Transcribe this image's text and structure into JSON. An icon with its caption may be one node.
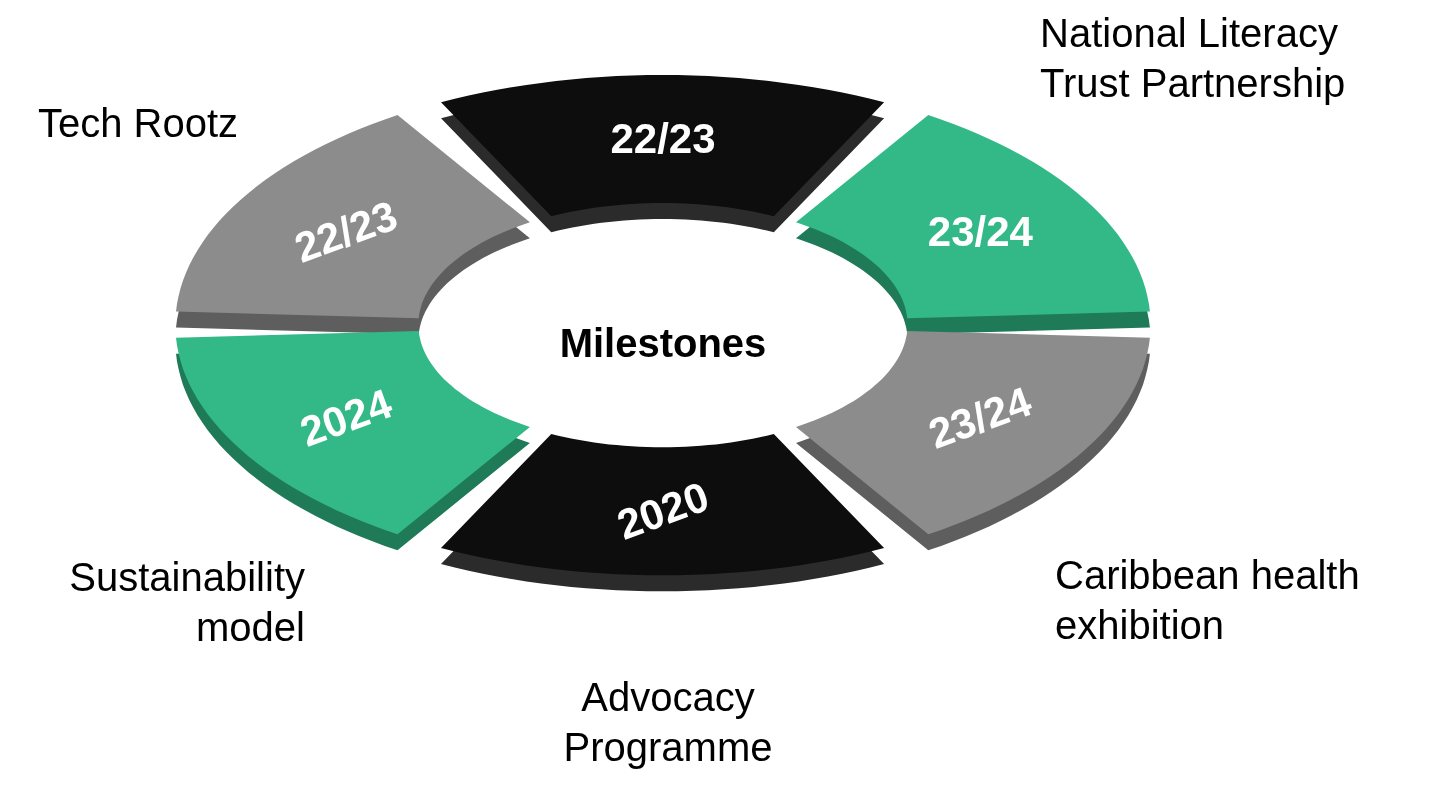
{
  "diagram": {
    "nodes": [
      {
        "text": [
          "22/23"
        ],
        "beside": [
          "Tech Rootz"
        ]
      },
      {
        "text": [
          "22/23"
        ]
      },
      {
        "text": [
          "23/24"
        ],
        "beside": [
          "National Literacy Trust Partnership"
        ]
      },
      {
        "text": [
          "23/24"
        ],
        "beside": [
          "Caribbean health exhibition"
        ]
      },
      {
        "text": [
          "2020"
        ],
        "beside": [
          "Advocacy Programme"
        ]
      },
      {
        "text": [
          "2024"
        ],
        "beside": [
          "Sustainability model"
        ]
      }
    ],
    "labels": [
      "Milestones"
    ]
  }
}
